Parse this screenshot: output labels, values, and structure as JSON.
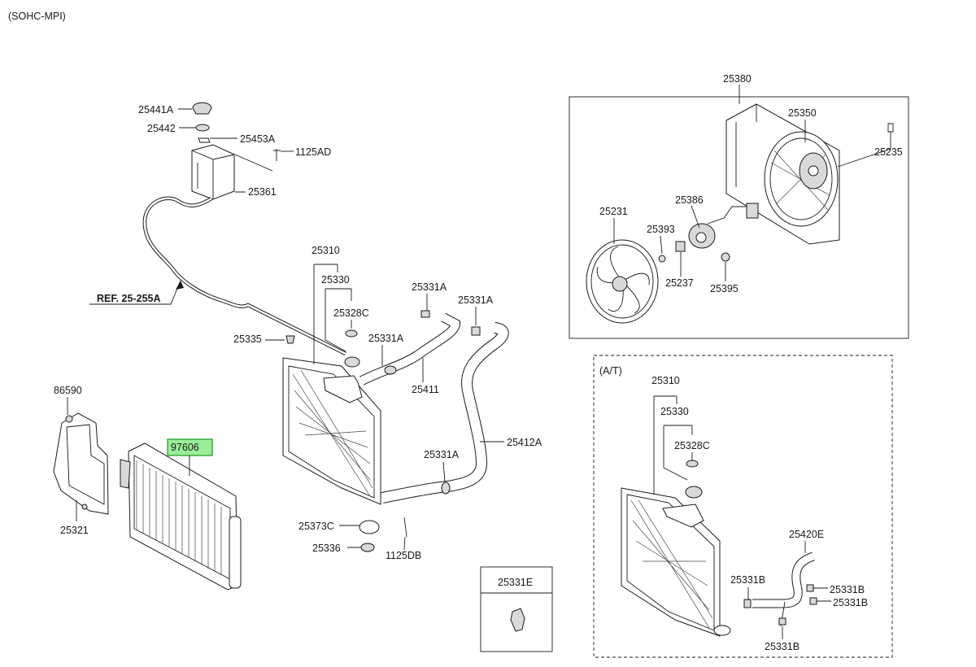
{
  "engine_variant": "(SOHC-MPI)",
  "ref_label": "REF. 25-255A",
  "at_label": "(A/T)",
  "highlight_color": "#99ee99",
  "parts": {
    "p25441A": "25441A",
    "p25442": "25442",
    "p25453A": "25453A",
    "p1125AD": "1125AD",
    "p25361": "25361",
    "p25310": "25310",
    "p25330": "25330",
    "p25328C": "25328C",
    "p25331A_1": "25331A",
    "p25331A_2": "25331A",
    "p25331A_3": "25331A",
    "p25331A_4": "25331A",
    "p25335": "25335",
    "p25411": "25411",
    "p25412A": "25412A",
    "p86590": "86590",
    "p97606": "97606",
    "p25321": "25321",
    "p25373C": "25373C",
    "p25336": "25336",
    "p1125DB": "1125DB",
    "p25331E": "25331E",
    "p25380": "25380",
    "p25350": "25350",
    "p25235": "25235",
    "p25231": "25231",
    "p25386": "25386",
    "p25393": "25393",
    "p25237": "25237",
    "p25395": "25395",
    "at_25310": "25310",
    "at_25330": "25330",
    "at_25328C": "25328C",
    "at_25420E": "25420E",
    "at_25331B_1": "25331B",
    "at_25331B_2": "25331B",
    "at_25331B_3": "25331B",
    "at_25331B_4": "25331B"
  }
}
